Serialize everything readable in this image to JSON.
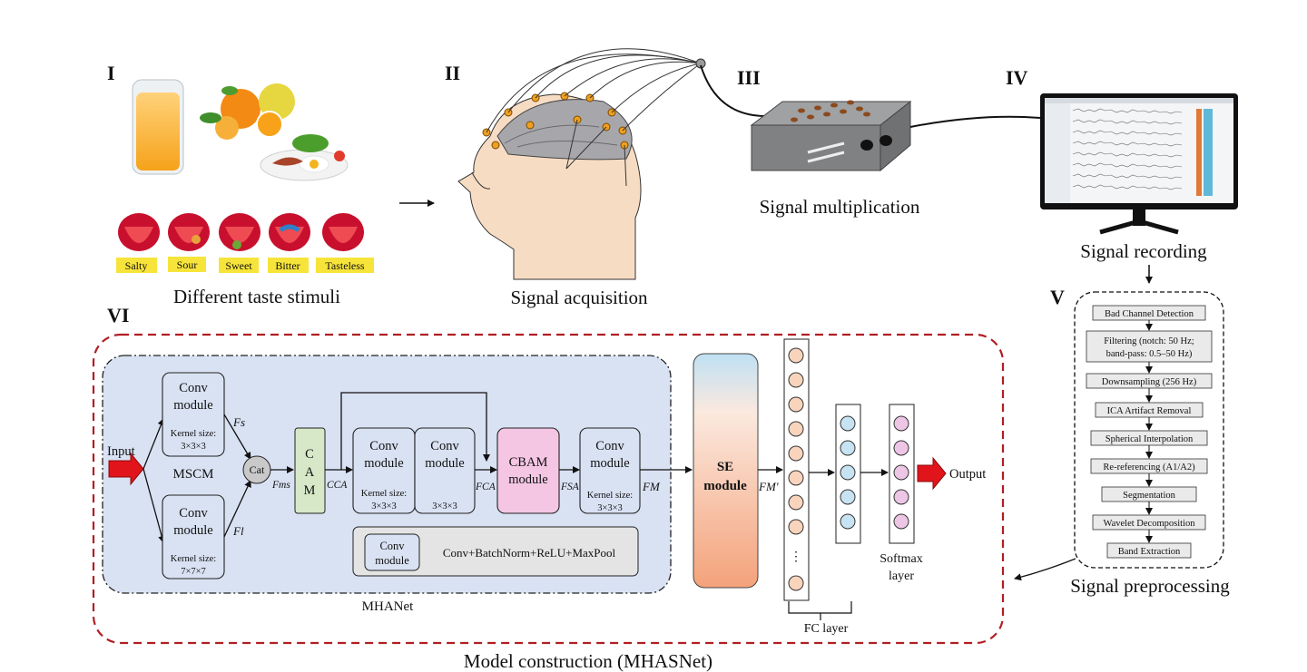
{
  "panels": {
    "i": {
      "label": "I",
      "tastes": [
        "Salty",
        "Sour",
        "Sweet",
        "Bitter",
        "Tasteless"
      ],
      "caption": "Different taste stimuli"
    },
    "ii": {
      "label": "II",
      "caption": "Signal acquisition"
    },
    "iii": {
      "label": "III",
      "caption": "Signal multiplication"
    },
    "iv": {
      "label": "IV",
      "caption": "Signal recording"
    },
    "v": {
      "label": "V",
      "steps": [
        "Bad Channel Detection",
        "Filtering (notch: 50 Hz;",
        "band-pass: 0.5–50 Hz)",
        "Downsampling (256 Hz)",
        "ICA Artifact Removal",
        "Spherical Interpolation",
        "Re-referencing (A1/A2)",
        "Segmentation",
        "Wavelet Decomposition",
        "Band Extraction"
      ],
      "caption": "Signal preprocessing"
    },
    "vi": {
      "label": "VI",
      "input_label": "Input",
      "output_label": "Output",
      "conv_label": [
        "Conv",
        "module"
      ],
      "kernel_size_label": "Kernel size:",
      "kernel_333": "3×3×3",
      "kernel_777": "7×7×7",
      "mscm": "MSCM",
      "cat": "Cat",
      "fs": "Fs",
      "fl": "Fl",
      "fms": "Fms",
      "cca": "CCA",
      "fca": "FCA",
      "fsa": "FSA",
      "fm": "FM",
      "fm_prime": "FM'",
      "cam": [
        "C",
        "A",
        "M"
      ],
      "cbam": [
        "CBAM",
        "module"
      ],
      "se": [
        "SE",
        "module"
      ],
      "conv_legend": "Conv+BatchNorm+ReLU+MaxPool",
      "mhanet": "MHANet",
      "ellipsis": "⋮",
      "softmax": [
        "Softmax",
        "layer"
      ],
      "fc_layer": "FC layer",
      "caption": "Model construction (MHASNet)"
    }
  }
}
